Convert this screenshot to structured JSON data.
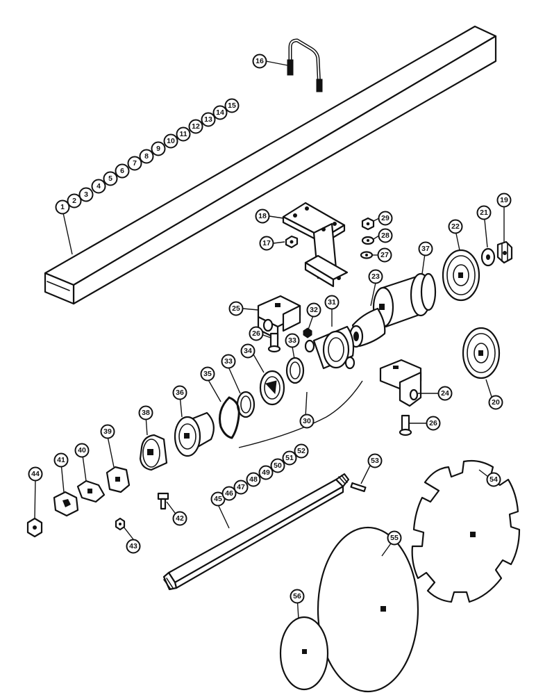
{
  "diagram": {
    "callouts": [
      {
        "id": "c1",
        "label": "1"
      },
      {
        "id": "c2",
        "label": "2"
      },
      {
        "id": "c3",
        "label": "3"
      },
      {
        "id": "c4",
        "label": "4"
      },
      {
        "id": "c5",
        "label": "5"
      },
      {
        "id": "c6",
        "label": "6"
      },
      {
        "id": "c7",
        "label": "7"
      },
      {
        "id": "c8",
        "label": "8"
      },
      {
        "id": "c9",
        "label": "9"
      },
      {
        "id": "c10",
        "label": "10"
      },
      {
        "id": "c11",
        "label": "11"
      },
      {
        "id": "c12",
        "label": "12"
      },
      {
        "id": "c13",
        "label": "13"
      },
      {
        "id": "c14",
        "label": "14"
      },
      {
        "id": "c15",
        "label": "15"
      },
      {
        "id": "c16",
        "label": "16"
      },
      {
        "id": "c17",
        "label": "17"
      },
      {
        "id": "c18",
        "label": "18"
      },
      {
        "id": "c19",
        "label": "19"
      },
      {
        "id": "c20",
        "label": "20"
      },
      {
        "id": "c21",
        "label": "21"
      },
      {
        "id": "c22",
        "label": "22"
      },
      {
        "id": "c23",
        "label": "23"
      },
      {
        "id": "c24",
        "label": "24"
      },
      {
        "id": "c25",
        "label": "25"
      },
      {
        "id": "c26a",
        "label": "26"
      },
      {
        "id": "c26b",
        "label": "26"
      },
      {
        "id": "c27",
        "label": "27"
      },
      {
        "id": "c28",
        "label": "28"
      },
      {
        "id": "c29",
        "label": "29"
      },
      {
        "id": "c30",
        "label": "30"
      },
      {
        "id": "c31",
        "label": "31"
      },
      {
        "id": "c32",
        "label": "32"
      },
      {
        "id": "c33a",
        "label": "33"
      },
      {
        "id": "c33b",
        "label": "33"
      },
      {
        "id": "c34",
        "label": "34"
      },
      {
        "id": "c35",
        "label": "35"
      },
      {
        "id": "c36",
        "label": "36"
      },
      {
        "id": "c37",
        "label": "37"
      },
      {
        "id": "c38",
        "label": "38"
      },
      {
        "id": "c39",
        "label": "39"
      },
      {
        "id": "c40",
        "label": "40"
      },
      {
        "id": "c41",
        "label": "41"
      },
      {
        "id": "c42",
        "label": "42"
      },
      {
        "id": "c43",
        "label": "43"
      },
      {
        "id": "c44",
        "label": "44"
      },
      {
        "id": "c45",
        "label": "45"
      },
      {
        "id": "c46",
        "label": "46"
      },
      {
        "id": "c47",
        "label": "47"
      },
      {
        "id": "c48",
        "label": "48"
      },
      {
        "id": "c49",
        "label": "49"
      },
      {
        "id": "c50",
        "label": "50"
      },
      {
        "id": "c51",
        "label": "51"
      },
      {
        "id": "c52",
        "label": "52"
      },
      {
        "id": "c53",
        "label": "53"
      },
      {
        "id": "c54",
        "label": "54"
      },
      {
        "id": "c55",
        "label": "55"
      },
      {
        "id": "c56",
        "label": "56"
      }
    ]
  }
}
